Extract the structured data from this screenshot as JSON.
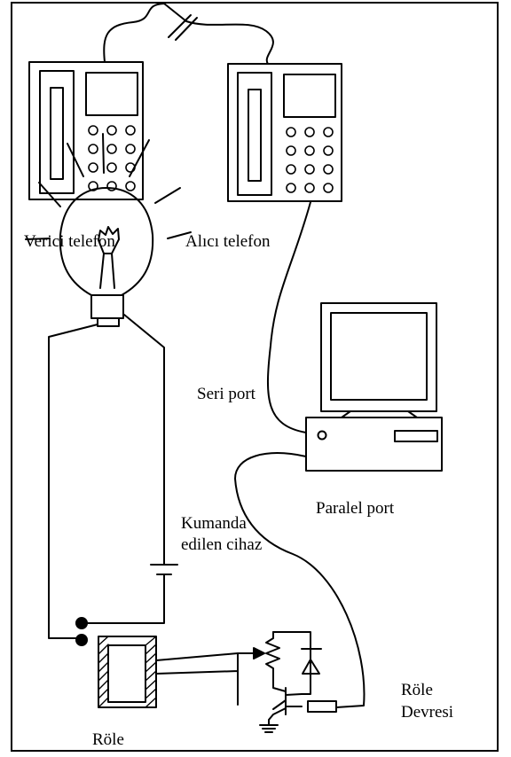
{
  "labels": {
    "transmitter_phone": "Verici telefon",
    "receiver_phone": "Alıcı telefon",
    "serial_port": "Seri port",
    "parallel_port": "Paralel port",
    "controlled_device_line1": "Kumanda",
    "controlled_device_line2": "edilen cihaz",
    "relay_circuit_line1": "Röle",
    "relay_circuit_line2": "Devresi",
    "relay": "Röle"
  }
}
